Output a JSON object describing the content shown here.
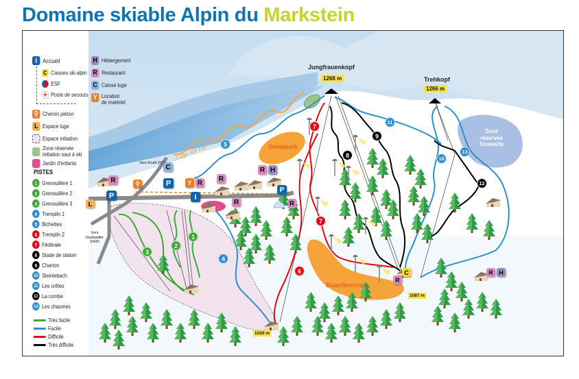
{
  "title": {
    "main": "Domaine skiable Alpin du ",
    "accent": "Markstein"
  },
  "colors": {
    "title_blue": "#0f74b6",
    "title_accent": "#c6d52a",
    "green_piste": "#3aa935",
    "blue_piste": "#2b8fd2",
    "red_piste": "#e30613",
    "black_piste": "#000000",
    "luge_orange": "#f4a53b",
    "snowpark_orange": "#f6a43a",
    "zone_snowkite": "#a9bfe3",
    "initiation_pink": "#f3e3ef",
    "jardin_pink": "#e84a8f",
    "saut_green": "#9cc78b",
    "altitude_yellow": "#fde241"
  },
  "legend": {
    "services": [
      {
        "icon": "info-icon",
        "badge": "i",
        "label": "Accueil",
        "color": "#1464ad"
      },
      {
        "icon": "caisse-ski-icon",
        "badge": "C",
        "label": "Caisses ski alpin",
        "color": "#f9d53b"
      },
      {
        "icon": "esf-icon",
        "badge": "",
        "label": "ESF"
      },
      {
        "icon": "first-aid-icon",
        "badge": "+",
        "label": "Poste de secours"
      }
    ],
    "services_right": [
      {
        "icon": "hebergement-icon",
        "badge": "H",
        "label": "Hébergement",
        "color": "#9c8bc6"
      },
      {
        "icon": "restaurant-icon",
        "badge": "R",
        "label": "Restaurant",
        "color": "#d98bbf"
      },
      {
        "icon": "caisse-luge-icon",
        "badge": "C",
        "label": "Caisse luge",
        "color": "#8fb2de"
      },
      {
        "icon": "rental-icon",
        "badge": "Y",
        "label": "Location",
        "label2": "de matériel",
        "color": "#ef7d22"
      }
    ],
    "zones": [
      {
        "icon": "hiker-icon",
        "label": "Chemin piéton",
        "color": "#ef7d22"
      },
      {
        "icon": "luge-area-icon",
        "badge": "L",
        "label": "Espace luge",
        "color": "#f6b157"
      },
      {
        "icon": "initiation-area-icon",
        "label": "Espace initiation",
        "color": "#f3e3ef"
      },
      {
        "icon": "jump-zone-icon",
        "label": "Zone réservée",
        "label2": "initiation saut à ski",
        "color": "#9cc78b"
      },
      {
        "icon": "kids-garden-icon",
        "label": "Jardin d'enfants",
        "color": "#e84a8f"
      }
    ],
    "pistes_heading": "PISTES",
    "pistes": [
      {
        "num": "1",
        "name": "Grenouillère 1",
        "color": "#3aa935"
      },
      {
        "num": "2",
        "name": "Grenouillère 2",
        "color": "#3aa935"
      },
      {
        "num": "3",
        "name": "Grenouillère 3",
        "color": "#3aa935"
      },
      {
        "num": "4",
        "name": "Tremplin 1",
        "color": "#2b8fd2"
      },
      {
        "num": "5",
        "name": "Bichettes",
        "color": "#2b8fd2"
      },
      {
        "num": "6",
        "name": "Tremplin 2",
        "color": "#e30613"
      },
      {
        "num": "7",
        "name": "Fédérale",
        "color": "#e30613"
      },
      {
        "num": "8",
        "name": "Stade de slalom",
        "color": "#000000"
      },
      {
        "num": "9",
        "name": "Charton",
        "color": "#000000"
      },
      {
        "num": "10",
        "name": "Steinlebach",
        "color": "#2b8fd2"
      },
      {
        "num": "11",
        "name": "Les crêtes",
        "color": "#2b8fd2"
      },
      {
        "num": "12",
        "name": "La combe",
        "color": "#000000"
      },
      {
        "num": "13",
        "name": "Les chaumes",
        "color": "#2b8fd2"
      }
    ],
    "difficulty": [
      {
        "label": "Très facile",
        "color": "#3aa935"
      },
      {
        "label": "Facile",
        "color": "#2b8fd2"
      },
      {
        "label": "Difficile",
        "color": "#e30613"
      },
      {
        "label": "Très difficile",
        "color": "#000000"
      }
    ]
  },
  "map": {
    "summits": [
      {
        "name": "Jungfrauenkopf",
        "altitude": "1268 m"
      },
      {
        "name": "Trehkopf",
        "altitude": "1266 m"
      }
    ],
    "base_altitudes": [
      "1020 m",
      "1087 m"
    ],
    "zones": {
      "snowpark": "Snowpark",
      "boardercross": "Boardercross",
      "snowkite": [
        "Zone",
        "réservée",
        "Snowkite"
      ],
      "luge_rail": "Luge sur rail"
    },
    "roads": {
      "kruth": "Vers Kruth D27",
      "guebwiller": [
        "Vers",
        "Guebwiller",
        "D430"
      ]
    },
    "markers": {
      "R": "R",
      "H": "H",
      "P": "P",
      "C": "C",
      "L": "L",
      "i": "i",
      "rental": "Y"
    }
  }
}
